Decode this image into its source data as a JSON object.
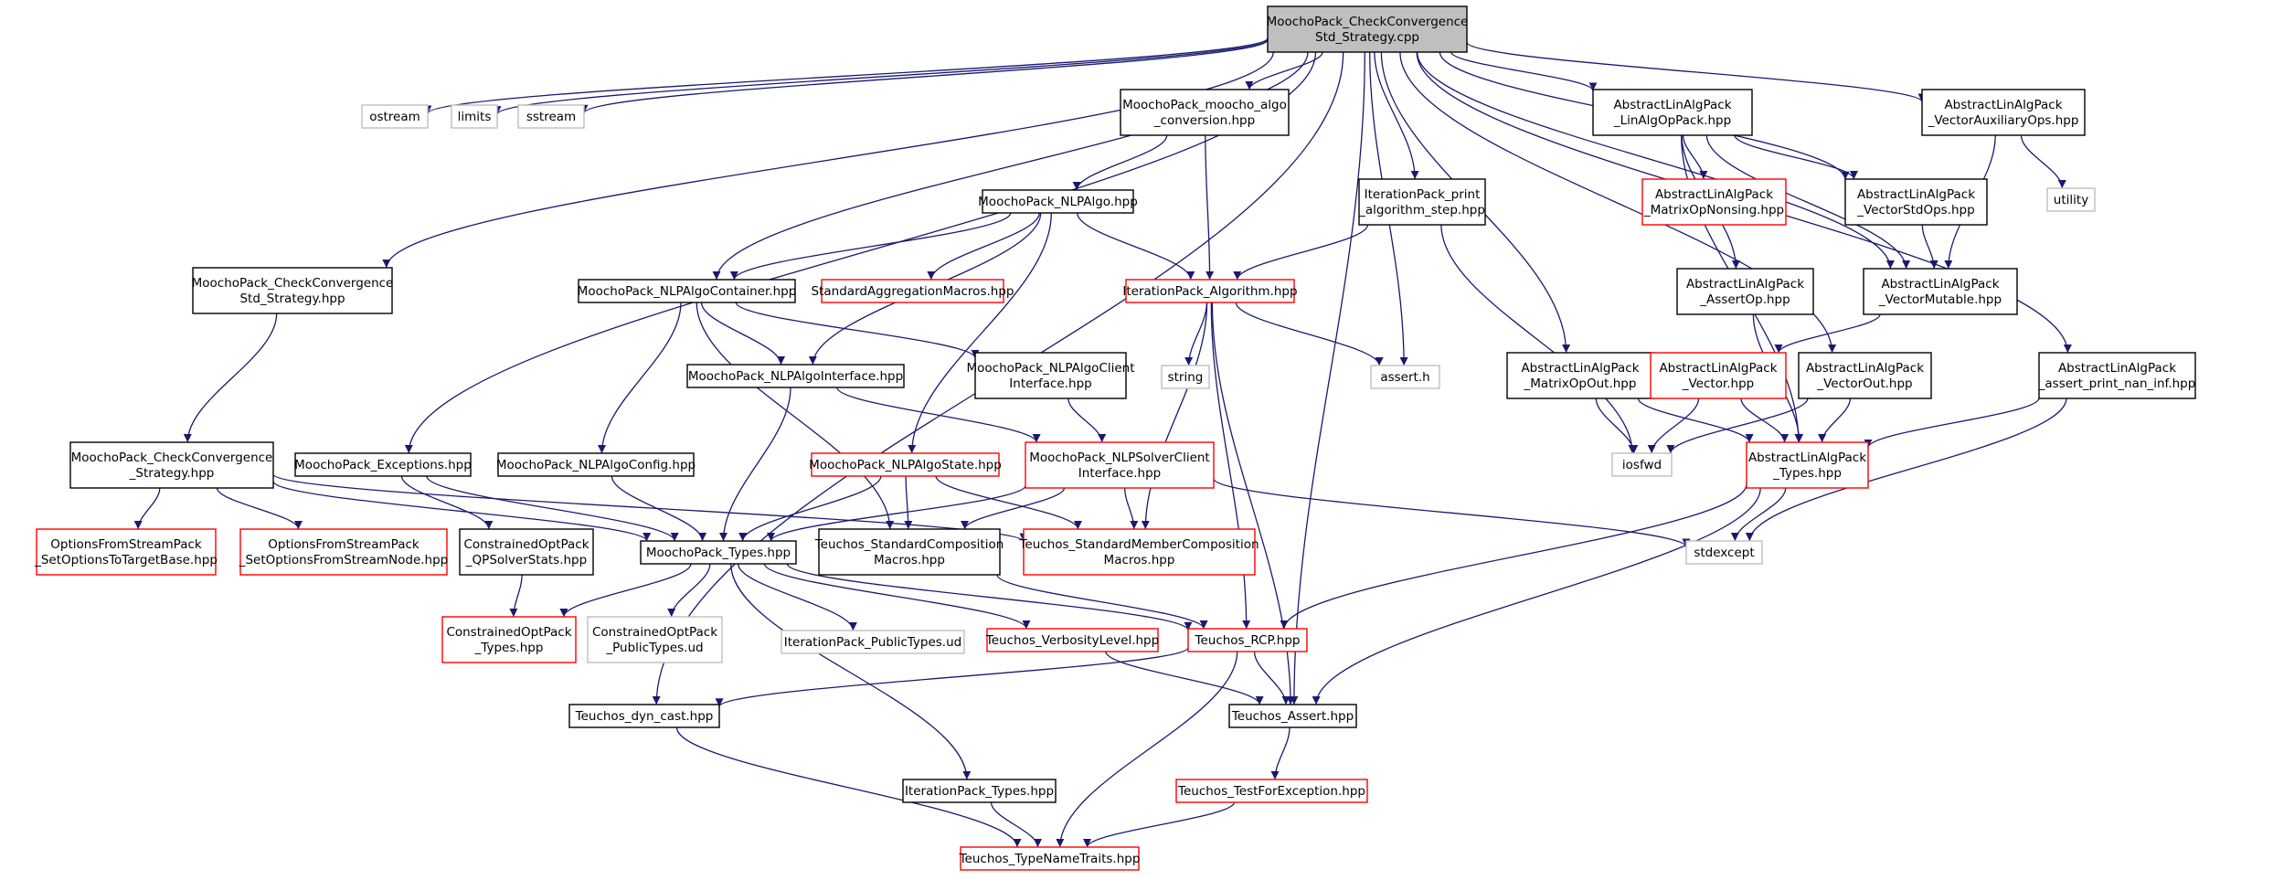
{
  "colors": {
    "edge": "#191970",
    "root_fill": "#bfbfbf",
    "documented_border": "#000000",
    "undocumented_border": "#ff0000",
    "system_border": "#bfbfbf",
    "system_text": "#555555"
  },
  "nodes": [
    {
      "id": "root",
      "kind": "root",
      "lines": [
        "MoochoPack_CheckConvergence",
        "Std_Strategy.cpp"
      ]
    },
    {
      "id": "ostream",
      "kind": "system",
      "lines": [
        "ostream"
      ]
    },
    {
      "id": "limits",
      "kind": "system",
      "lines": [
        "limits"
      ]
    },
    {
      "id": "sstream",
      "kind": "system",
      "lines": [
        "sstream"
      ]
    },
    {
      "id": "algo_conv",
      "kind": "documented",
      "lines": [
        "MoochoPack_moocho_algo",
        "_conversion.hpp"
      ]
    },
    {
      "id": "iter_print",
      "kind": "documented",
      "lines": [
        "IterationPack_print",
        "_algorithm_step.hpp"
      ]
    },
    {
      "id": "linalg_op",
      "kind": "documented",
      "lines": [
        "AbstractLinAlgPack",
        "_LinAlgOpPack.hpp"
      ]
    },
    {
      "id": "vec_aux",
      "kind": "documented",
      "lines": [
        "AbstractLinAlgPack",
        "_VectorAuxiliaryOps.hpp"
      ]
    },
    {
      "id": "matrix_nonsing",
      "kind": "undocumented",
      "lines": [
        "AbstractLinAlgPack",
        "_MatrixOpNonsing.hpp"
      ]
    },
    {
      "id": "vec_stdops",
      "kind": "documented",
      "lines": [
        "AbstractLinAlgPack",
        "_VectorStdOps.hpp"
      ]
    },
    {
      "id": "utility",
      "kind": "system",
      "lines": [
        "utility"
      ]
    },
    {
      "id": "nlpalgo",
      "kind": "documented",
      "lines": [
        "MoochoPack_NLPAlgo.hpp"
      ]
    },
    {
      "id": "cc_std_hpp",
      "kind": "documented",
      "lines": [
        "MoochoPack_CheckConvergence",
        "Std_Strategy.hpp"
      ]
    },
    {
      "id": "nlp_container",
      "kind": "documented",
      "lines": [
        "MoochoPack_NLPAlgoContainer.hpp"
      ]
    },
    {
      "id": "std_agg",
      "kind": "undocumented",
      "lines": [
        "StandardAggregationMacros.hpp"
      ]
    },
    {
      "id": "iter_algorithm",
      "kind": "undocumented",
      "lines": [
        "IterationPack_Algorithm.hpp"
      ]
    },
    {
      "id": "assert_op",
      "kind": "documented",
      "lines": [
        "AbstractLinAlgPack",
        "_AssertOp.hpp"
      ]
    },
    {
      "id": "vec_mutable",
      "kind": "documented",
      "lines": [
        "AbstractLinAlgPack",
        "_VectorMutable.hpp"
      ]
    },
    {
      "id": "nlp_interface",
      "kind": "documented",
      "lines": [
        "MoochoPack_NLPAlgoInterface.hpp"
      ]
    },
    {
      "id": "nlp_client",
      "kind": "documented",
      "lines": [
        "MoochoPack_NLPAlgoClient",
        "Interface.hpp"
      ]
    },
    {
      "id": "string",
      "kind": "system",
      "lines": [
        "string"
      ]
    },
    {
      "id": "assert_h",
      "kind": "system",
      "lines": [
        "assert.h"
      ]
    },
    {
      "id": "matrix_out",
      "kind": "documented",
      "lines": [
        "AbstractLinAlgPack",
        "_MatrixOpOut.hpp"
      ]
    },
    {
      "id": "vector",
      "kind": "undocumented",
      "lines": [
        "AbstractLinAlgPack",
        "_Vector.hpp"
      ]
    },
    {
      "id": "vec_out",
      "kind": "documented",
      "lines": [
        "AbstractLinAlgPack",
        "_VectorOut.hpp"
      ]
    },
    {
      "id": "assert_nan",
      "kind": "documented",
      "lines": [
        "AbstractLinAlgPack",
        "_assert_print_nan_inf.hpp"
      ]
    },
    {
      "id": "cc_strategy",
      "kind": "documented",
      "lines": [
        "MoochoPack_CheckConvergence",
        "_Strategy.hpp"
      ]
    },
    {
      "id": "exceptions",
      "kind": "documented",
      "lines": [
        "MoochoPack_Exceptions.hpp"
      ]
    },
    {
      "id": "nlp_config",
      "kind": "documented",
      "lines": [
        "MoochoPack_NLPAlgoConfig.hpp"
      ]
    },
    {
      "id": "nlp_state",
      "kind": "undocumented",
      "lines": [
        "MoochoPack_NLPAlgoState.hpp"
      ]
    },
    {
      "id": "nlp_solver",
      "kind": "undocumented",
      "lines": [
        "MoochoPack_NLPSolverClient",
        "Interface.hpp"
      ]
    },
    {
      "id": "iosfwd",
      "kind": "system",
      "lines": [
        "iosfwd"
      ]
    },
    {
      "id": "alp_types",
      "kind": "undocumented",
      "lines": [
        "AbstractLinAlgPack",
        "_Types.hpp"
      ]
    },
    {
      "id": "opts_target",
      "kind": "undocumented",
      "lines": [
        "OptionsFromStreamPack",
        "_SetOptionsToTargetBase.hpp"
      ]
    },
    {
      "id": "opts_node",
      "kind": "undocumented",
      "lines": [
        "OptionsFromStreamPack",
        "_SetOptionsFromStreamNode.hpp"
      ]
    },
    {
      "id": "qp_stats",
      "kind": "documented",
      "lines": [
        "ConstrainedOptPack",
        "_QPSolverStats.hpp"
      ]
    },
    {
      "id": "moocho_types",
      "kind": "documented",
      "lines": [
        "MoochoPack_Types.hpp"
      ]
    },
    {
      "id": "std_comp",
      "kind": "documented",
      "lines": [
        "Teuchos_StandardComposition",
        "Macros.hpp"
      ]
    },
    {
      "id": "std_member",
      "kind": "undocumented",
      "lines": [
        "Teuchos_StandardMemberComposition",
        "Macros.hpp"
      ]
    },
    {
      "id": "stdexcept",
      "kind": "system",
      "lines": [
        "stdexcept"
      ]
    },
    {
      "id": "cop_types",
      "kind": "undocumented",
      "lines": [
        "ConstrainedOptPack",
        "_Types.hpp"
      ]
    },
    {
      "id": "cop_public",
      "kind": "system",
      "lines": [
        "ConstrainedOptPack",
        "_PublicTypes.ud"
      ]
    },
    {
      "id": "ip_public",
      "kind": "system",
      "lines": [
        "IterationPack_PublicTypes.ud"
      ]
    },
    {
      "id": "verbosity",
      "kind": "undocumented",
      "lines": [
        "Teuchos_VerbosityLevel.hpp"
      ]
    },
    {
      "id": "rcp",
      "kind": "undocumented",
      "lines": [
        "Teuchos_RCP.hpp"
      ]
    },
    {
      "id": "dyn_cast",
      "kind": "documented",
      "lines": [
        "Teuchos_dyn_cast.hpp"
      ]
    },
    {
      "id": "t_assert",
      "kind": "documented",
      "lines": [
        "Teuchos_Assert.hpp"
      ]
    },
    {
      "id": "test_exc",
      "kind": "undocumented",
      "lines": [
        "Teuchos_TestForException.hpp"
      ]
    },
    {
      "id": "ip_types",
      "kind": "documented",
      "lines": [
        "IterationPack_Types.hpp"
      ]
    },
    {
      "id": "type_name",
      "kind": "undocumented",
      "lines": [
        "Teuchos_TypeNameTraits.hpp"
      ]
    }
  ],
  "edges": [
    [
      "root",
      "ostream"
    ],
    [
      "root",
      "limits"
    ],
    [
      "root",
      "sstream"
    ],
    [
      "root",
      "algo_conv"
    ],
    [
      "root",
      "iter_print"
    ],
    [
      "root",
      "linalg_op"
    ],
    [
      "root",
      "vec_aux"
    ],
    [
      "root",
      "vec_stdops"
    ],
    [
      "root",
      "vec_mutable"
    ],
    [
      "root",
      "cc_std_hpp"
    ],
    [
      "root",
      "nlp_container"
    ],
    [
      "root",
      "exceptions"
    ],
    [
      "root",
      "assert_h"
    ],
    [
      "root",
      "matrix_out"
    ],
    [
      "root",
      "vec_out"
    ],
    [
      "root",
      "assert_nan"
    ],
    [
      "root",
      "t_assert"
    ],
    [
      "root",
      "dyn_cast"
    ],
    [
      "algo_conv",
      "nlpalgo"
    ],
    [
      "algo_conv",
      "iter_algorithm"
    ],
    [
      "nlpalgo",
      "nlp_container"
    ],
    [
      "nlpalgo",
      "std_agg"
    ],
    [
      "nlpalgo",
      "iter_algorithm"
    ],
    [
      "nlpalgo",
      "nlp_interface"
    ],
    [
      "nlpalgo",
      "nlp_state"
    ],
    [
      "iter_print",
      "iter_algorithm"
    ],
    [
      "iter_print",
      "iosfwd"
    ],
    [
      "linalg_op",
      "matrix_nonsing"
    ],
    [
      "linalg_op",
      "vec_stdops"
    ],
    [
      "linalg_op",
      "vec_mutable"
    ],
    [
      "linalg_op",
      "assert_op"
    ],
    [
      "linalg_op",
      "alp_types"
    ],
    [
      "vec_aux",
      "utility"
    ],
    [
      "vec_aux",
      "vec_mutable"
    ],
    [
      "vec_stdops",
      "vec_mutable"
    ],
    [
      "vec_mutable",
      "vector"
    ],
    [
      "assert_op",
      "alp_types"
    ],
    [
      "cc_std_hpp",
      "cc_strategy"
    ],
    [
      "nlp_container",
      "nlp_interface"
    ],
    [
      "nlp_container",
      "nlp_client"
    ],
    [
      "nlp_container",
      "nlp_config"
    ],
    [
      "nlp_container",
      "std_comp"
    ],
    [
      "iter_algorithm",
      "string"
    ],
    [
      "iter_algorithm",
      "assert_h"
    ],
    [
      "iter_algorithm",
      "std_member"
    ],
    [
      "iter_algorithm",
      "rcp"
    ],
    [
      "iter_algorithm",
      "t_assert"
    ],
    [
      "nlp_interface",
      "nlp_solver"
    ],
    [
      "nlp_interface",
      "moocho_types"
    ],
    [
      "nlp_client",
      "nlp_solver"
    ],
    [
      "matrix_out",
      "iosfwd"
    ],
    [
      "matrix_out",
      "alp_types"
    ],
    [
      "vector",
      "iosfwd"
    ],
    [
      "vector",
      "alp_types"
    ],
    [
      "vec_out",
      "iosfwd"
    ],
    [
      "vec_out",
      "alp_types"
    ],
    [
      "assert_nan",
      "alp_types"
    ],
    [
      "assert_nan",
      "stdexcept"
    ],
    [
      "cc_strategy",
      "opts_target"
    ],
    [
      "cc_strategy",
      "opts_node"
    ],
    [
      "cc_strategy",
      "moocho_types"
    ],
    [
      "cc_strategy",
      "std_member"
    ],
    [
      "exceptions",
      "qp_stats"
    ],
    [
      "exceptions",
      "moocho_types"
    ],
    [
      "nlp_config",
      "moocho_types"
    ],
    [
      "nlp_state",
      "moocho_types"
    ],
    [
      "nlp_state",
      "std_comp"
    ],
    [
      "nlp_state",
      "std_member"
    ],
    [
      "nlp_solver",
      "moocho_types"
    ],
    [
      "nlp_solver",
      "std_comp"
    ],
    [
      "nlp_solver",
      "std_member"
    ],
    [
      "nlp_solver",
      "stdexcept"
    ],
    [
      "alp_types",
      "stdexcept"
    ],
    [
      "alp_types",
      "rcp"
    ],
    [
      "alp_types",
      "t_assert"
    ],
    [
      "qp_stats",
      "cop_types"
    ],
    [
      "moocho_types",
      "cop_types"
    ],
    [
      "moocho_types",
      "cop_public"
    ],
    [
      "moocho_types",
      "ip_public"
    ],
    [
      "moocho_types",
      "verbosity"
    ],
    [
      "moocho_types",
      "rcp"
    ],
    [
      "moocho_types",
      "ip_types"
    ],
    [
      "std_comp",
      "rcp"
    ],
    [
      "verbosity",
      "t_assert"
    ],
    [
      "rcp",
      "t_assert"
    ],
    [
      "rcp",
      "dyn_cast"
    ],
    [
      "rcp",
      "type_name"
    ],
    [
      "dyn_cast",
      "type_name"
    ],
    [
      "t_assert",
      "test_exc"
    ],
    [
      "test_exc",
      "type_name"
    ],
    [
      "ip_types",
      "type_name"
    ]
  ]
}
